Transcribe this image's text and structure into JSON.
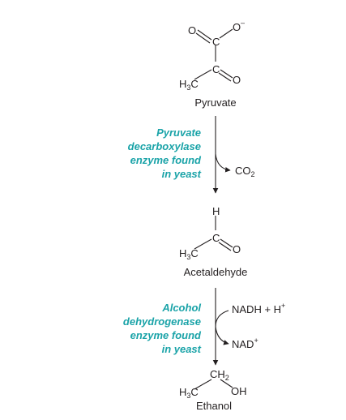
{
  "molecules": {
    "pyruvate": {
      "name": "Pyruvate",
      "atoms": {
        "o_double": "O",
        "o_minus": "O",
        "charge": "–",
        "c_carboxyl": "C",
        "c_keto": "C",
        "o_keto": "O",
        "methyl_h": "H",
        "methyl_sub": "3",
        "methyl_c": "C"
      }
    },
    "acetaldehyde": {
      "name": "Acetaldehyde",
      "atoms": {
        "h_top": "H",
        "c_carbonyl": "C",
        "o_carbonyl": "O",
        "methyl_h": "H",
        "methyl_sub": "3",
        "methyl_c": "C"
      }
    },
    "ethanol": {
      "name": "Ethanol",
      "atoms": {
        "ch2_c": "CH",
        "ch2_sub": "2",
        "methyl_h": "H",
        "methyl_sub": "3",
        "methyl_c": "C",
        "oh": "OH"
      }
    }
  },
  "step1": {
    "enzyme_lines": [
      "Pyruvate",
      "decarboxylase",
      "enzyme found",
      "in yeast"
    ],
    "product": {
      "main": "CO",
      "sub": "2"
    }
  },
  "step2": {
    "enzyme_lines": [
      "Alcohol",
      "dehydrogenase",
      "enzyme found",
      "in yeast"
    ],
    "reactant": {
      "main": "NADH + H",
      "sup": "+"
    },
    "product": {
      "main": "NAD",
      "sup": "+"
    }
  }
}
